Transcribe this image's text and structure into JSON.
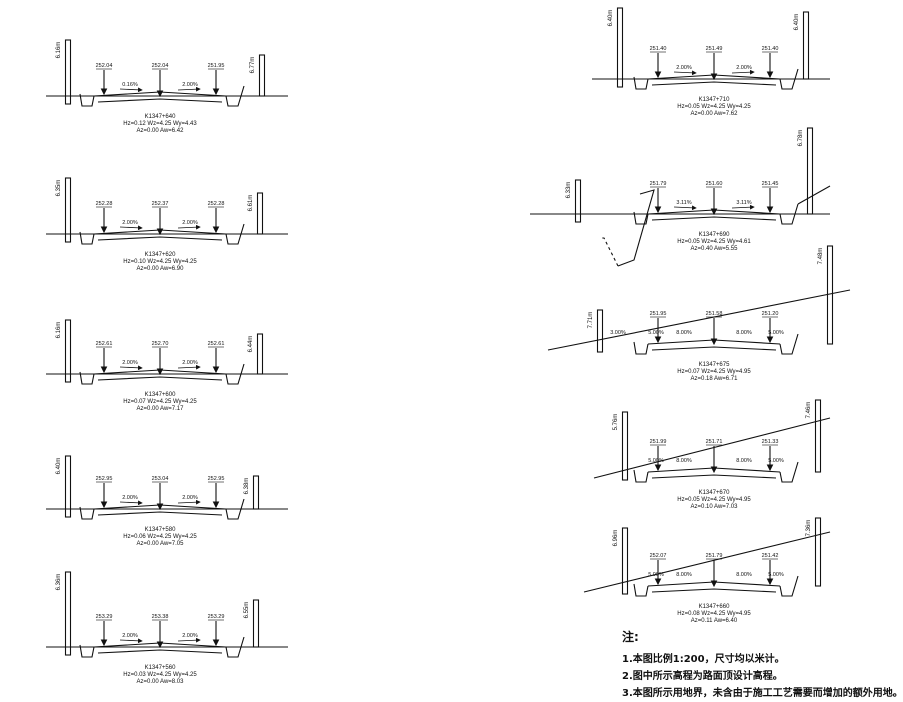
{
  "sections": [
    {
      "station": "K1347+640",
      "hw": "Hz=0.12 Wz=4.25 Wy=4.43",
      "area": "Az=0.00 Aw=6.42",
      "elev": [
        "252.04",
        "252.04",
        "251.95"
      ],
      "slopes": [
        "0.16%",
        "2.00%"
      ],
      "heights": [
        "6.16m",
        "6.77m"
      ]
    },
    {
      "station": "K1347+620",
      "hw": "Hz=0.10 Wz=4.25 Wy=4.25",
      "area": "Az=0.00 Aw=6.90",
      "elev": [
        "252.28",
        "252.37",
        "252.28"
      ],
      "slopes": [
        "2.00%",
        "2.00%"
      ],
      "heights": [
        "6.35m",
        "6.61m"
      ]
    },
    {
      "station": "K1347+600",
      "hw": "Hz=0.07 Wz=4.25 Wy=4.25",
      "area": "Az=0.00 Aw=7.17",
      "elev": [
        "252.61",
        "252.70",
        "252.61"
      ],
      "slopes": [
        "2.00%",
        "2.00%"
      ],
      "heights": [
        "6.16m",
        "6.44m"
      ]
    },
    {
      "station": "K1347+580",
      "hw": "Hz=0.06 Wz=4.25 Wy=4.25",
      "area": "Az=0.00 Aw=7.05",
      "elev": [
        "252.95",
        "253.04",
        "252.95"
      ],
      "slopes": [
        "2.00%",
        "2.00%"
      ],
      "heights": [
        "6.40m",
        "6.38m"
      ]
    },
    {
      "station": "K1347+560",
      "hw": "Hz=0.03 Wz=4.25 Wy=4.25",
      "area": "Az=0.00 Aw=8.03",
      "elev": [
        "253.29",
        "253.38",
        "253.29"
      ],
      "slopes": [
        "2.00%",
        "2.00%"
      ],
      "heights": [
        "6.36m",
        "6.55m"
      ]
    },
    {
      "station": "K1347+710",
      "hw": "Hz=0.05 Wz=4.25 Wy=4.25",
      "area": "Az=0.00 Aw=7.62",
      "elev": [
        "251.40",
        "251.49",
        "251.40"
      ],
      "slopes": [
        "2.00%",
        "2.00%"
      ],
      "heights": [
        "6.40m",
        "6.40m"
      ]
    },
    {
      "station": "K1347+690",
      "hw": "Hz=0.05 Wz=4.25 Wy=4.61",
      "area": "Az=0.40 Aw=5.55",
      "elev": [
        "251.79",
        "251.60",
        "251.45"
      ],
      "slopes": [
        "3.11%",
        "3.11%"
      ],
      "heights": [
        "6.33m",
        "6.78m"
      ]
    },
    {
      "station": "K1347+675",
      "hw": "Hz=0.07 Wz=4.25 Wy=4.95",
      "area": "Az=0.18 Aw=6.71",
      "elev": [
        "251.95",
        "251.58",
        "251.20"
      ],
      "slopes": [
        "3.00%",
        "5.00%",
        "8.00%",
        "8.00%",
        "5.00%"
      ],
      "heights": [
        "7.71m",
        "7.48m"
      ]
    },
    {
      "station": "K1347+670",
      "hw": "Hz=0.05 Wz=4.25 Wy=4.95",
      "area": "Az=0.10 Aw=7.03",
      "elev": [
        "251.99",
        "251.71",
        "251.33"
      ],
      "slopes": [
        "5.00%",
        "8.00%",
        "8.00%",
        "5.00%"
      ],
      "heights": [
        "5.76m",
        "7.46m"
      ]
    },
    {
      "station": "K1347+660",
      "hw": "Hz=0.08 Wz=4.25 Wy=4.95",
      "area": "Az=0.11 Aw=6.40",
      "elev": [
        "252.07",
        "251.79",
        "251.42"
      ],
      "slopes": [
        "5.00%",
        "8.00%",
        "8.00%",
        "5.00%"
      ],
      "heights": [
        "6.96m",
        "7.36m"
      ]
    }
  ],
  "notes": {
    "title": "注:",
    "items": [
      "1.本图比例1:200，尺寸均以米计。",
      "2.图中所示高程为路面顶设计高程。",
      "3.本图所示用地界，未含由于施工工艺需要而增加的额外用地。"
    ]
  }
}
